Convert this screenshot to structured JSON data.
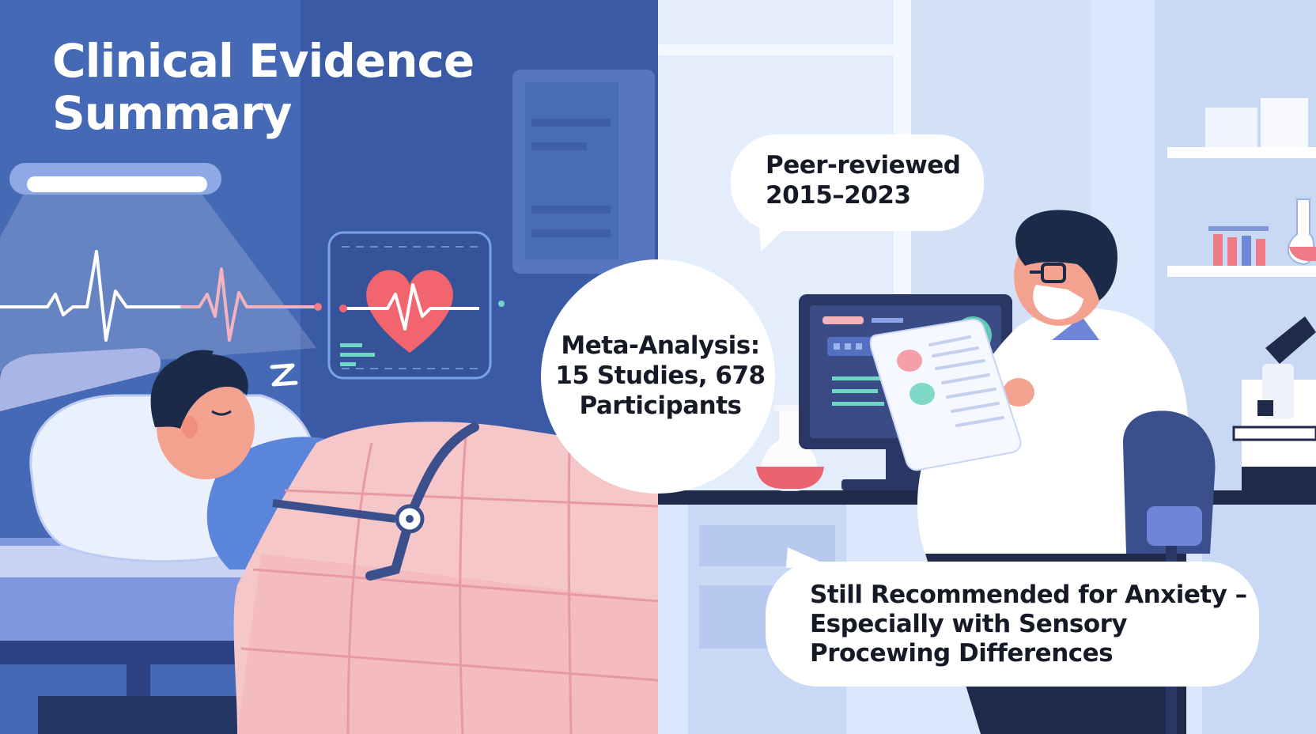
{
  "title": {
    "line1": "Clinical Evidence",
    "line2": "Summary"
  },
  "bubbles": {
    "peer_review": {
      "line1": "Peer-reviewed",
      "line2": "2015–2023"
    },
    "meta_analysis": {
      "line1": "Meta-Analysis:",
      "line2": "15 Studies, 678",
      "line3": "Participants"
    },
    "recommendation": {
      "line1": "Still Recommended for Anxiety –",
      "line2": "Especially with Sensory",
      "line3": "Procewing Differences"
    }
  },
  "illustration": {
    "left_scene": "patient-sleeping-with-weighted-blanket",
    "right_scene": "researcher-reviewing-data",
    "icons": [
      "heart-monitor-icon",
      "sleep-z-icon",
      "flask-icon",
      "microscope-icon",
      "test-tubes-icon"
    ]
  },
  "colors": {
    "left_bg": "#3d5fae",
    "right_bg": "#dbe7fb",
    "heart": "#f2646e",
    "blanket": "#f6c7c9",
    "text_dark": "#161a26",
    "title_text": "#ffffff"
  }
}
